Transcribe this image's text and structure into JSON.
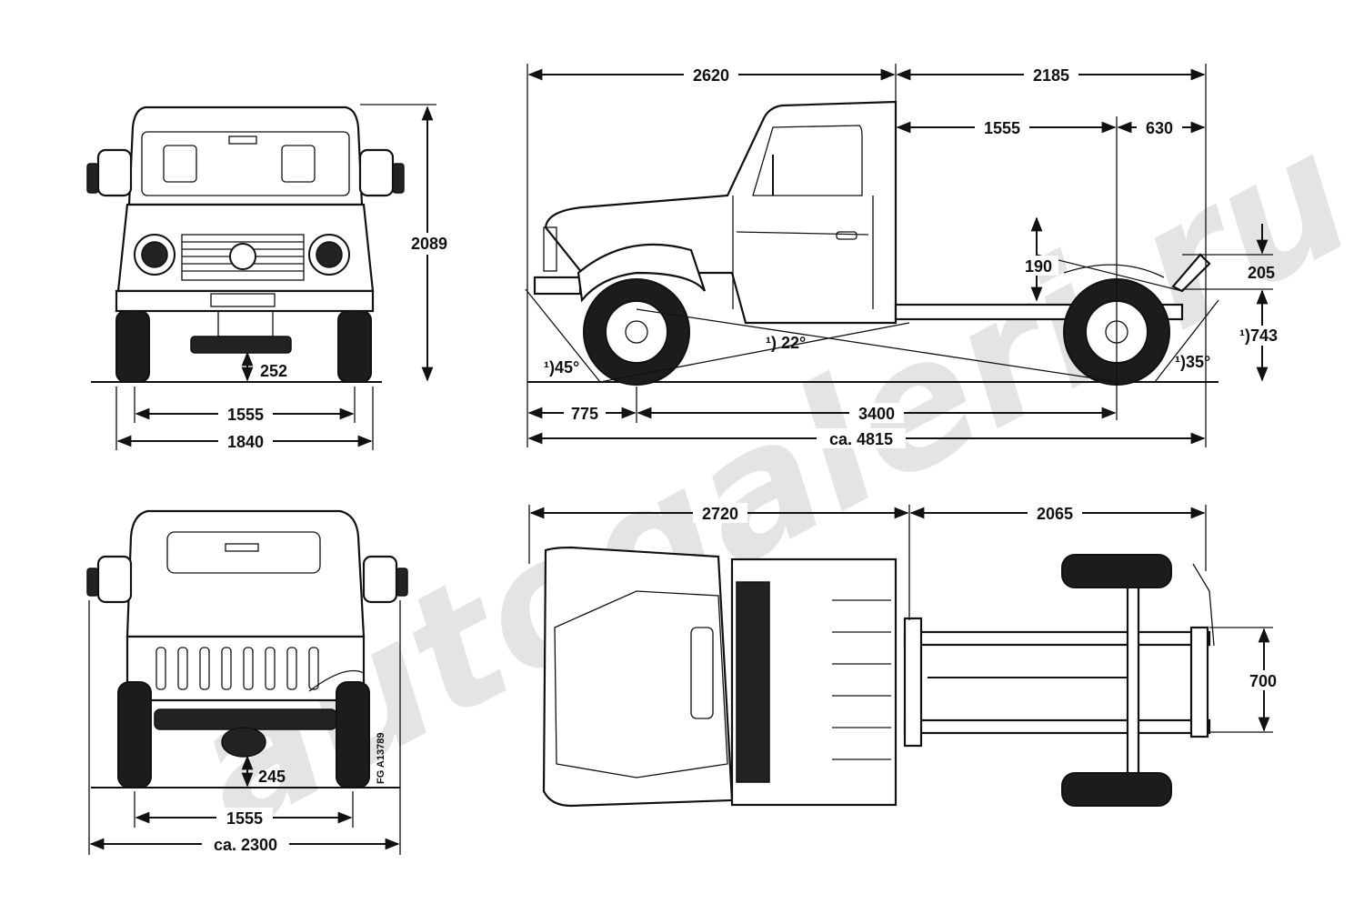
{
  "watermark": "autogaleri.ru",
  "drawing_code": "FG A13789",
  "front_view": {
    "height": "2089",
    "ground_clearance": "252",
    "track": "1555",
    "width": "1840"
  },
  "rear_view": {
    "ground_clearance": "245",
    "track": "1555",
    "width": "ca. 2300"
  },
  "side_view": {
    "front_to_cab": "2620",
    "cab_to_rear": "2185",
    "frame_to_axle": "1555",
    "axle_to_end": "630",
    "frame_height": "190",
    "rear_frame_height": "205",
    "rear_height": "¹)743",
    "approach_angle": "¹)45°",
    "breakover_angle": "¹) 22°",
    "departure_angle": "¹)35°",
    "front_overhang": "775",
    "wheelbase": "3400",
    "overall_length": "ca. 4815"
  },
  "top_view": {
    "front_to_frame": "2720",
    "frame_to_rear": "2065",
    "frame_width": "700"
  }
}
